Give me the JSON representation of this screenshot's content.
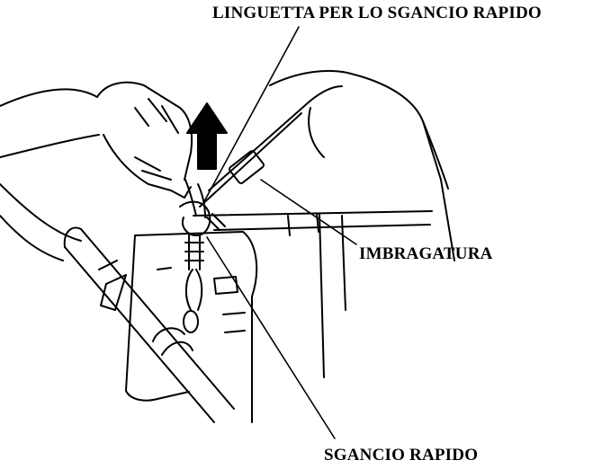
{
  "labels": {
    "quick_release_tab": "LINGUETTA PER LO SGANCIO RAPIDO",
    "harness": "IMBRAGATURA",
    "quick_release": "SGANCIO RAPIDO"
  },
  "colors": {
    "ink": "#000000",
    "paper": "#ffffff"
  }
}
